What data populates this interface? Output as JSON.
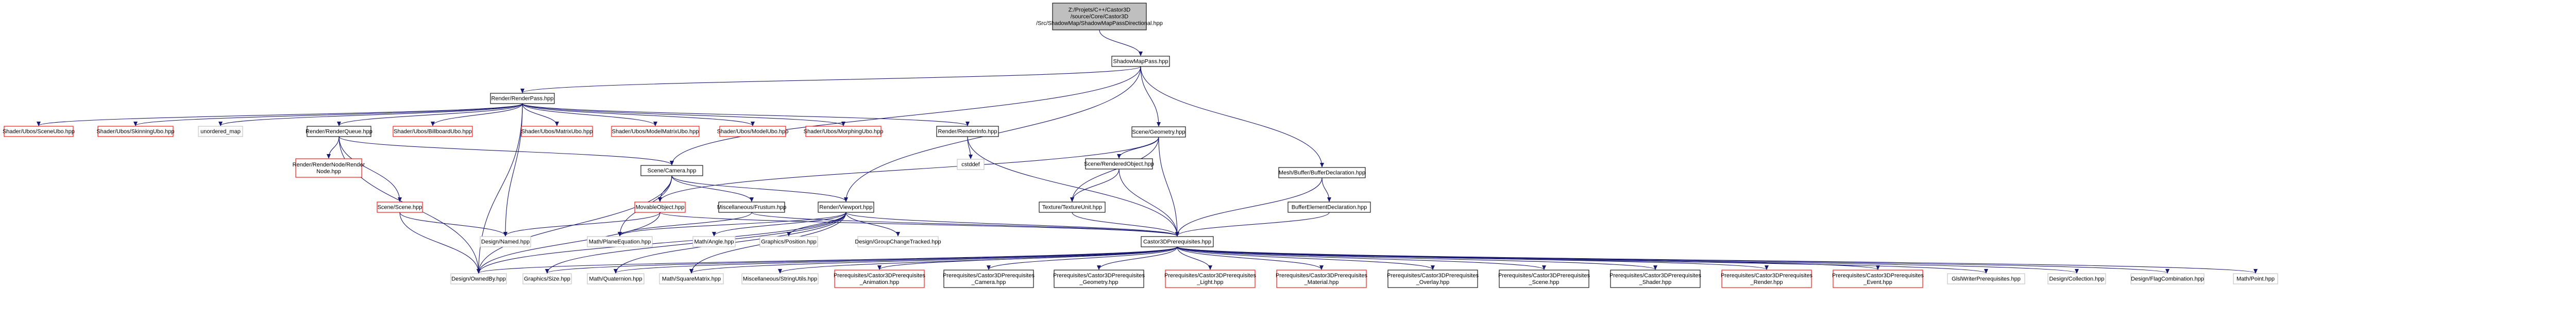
{
  "colors": {
    "root_fill": "#bfbfbf",
    "normal_border": "#000000",
    "missing_border": "#ff0000",
    "gray_border": "#bfbfbf",
    "edge": "#191970",
    "background": "#ffffff"
  },
  "nodes": [
    {
      "id": "root",
      "lines": [
        "Z:/Projets/C++/Castor3D",
        "/source/Core/Castor3D",
        "/Src/ShadowMap/ShadowMapPassDirectional.hpp"
      ],
      "kind": "root"
    },
    {
      "id": "smp",
      "lines": [
        "ShadowMapPass.hpp"
      ],
      "kind": "normal"
    },
    {
      "id": "rrp",
      "lines": [
        "Render/RenderPass.hpp"
      ],
      "kind": "normal"
    },
    {
      "id": "sg",
      "lines": [
        "Scene/Geometry.hpp"
      ],
      "kind": "normal"
    },
    {
      "id": "mbbd",
      "lines": [
        "Mesh/Buffer/BufferDeclaration.hpp"
      ],
      "kind": "normal"
    },
    {
      "id": "ubs",
      "lines": [
        "Shader/Ubos/SceneUbo.hpp"
      ],
      "kind": "missing"
    },
    {
      "id": "ubk",
      "lines": [
        "Shader/Ubos/SkinningUbo.hpp"
      ],
      "kind": "missing"
    },
    {
      "id": "umap",
      "lines": [
        "unordered_map"
      ],
      "kind": "gray"
    },
    {
      "id": "rrq",
      "lines": [
        "Render/RenderQueue.hpp"
      ],
      "kind": "normal"
    },
    {
      "id": "ubb",
      "lines": [
        "Shader/Ubos/BillboardUbo.hpp"
      ],
      "kind": "missing"
    },
    {
      "id": "ubm",
      "lines": [
        "Shader/Ubos/MatrixUbo.hpp"
      ],
      "kind": "missing"
    },
    {
      "id": "ubmm",
      "lines": [
        "Shader/Ubos/ModelMatrixUbo.hpp"
      ],
      "kind": "missing"
    },
    {
      "id": "ubmo",
      "lines": [
        "Shader/Ubos/ModelUbo.hpp"
      ],
      "kind": "missing"
    },
    {
      "id": "ubmp",
      "lines": [
        "Shader/Ubos/MorphingUbo.hpp"
      ],
      "kind": "missing"
    },
    {
      "id": "rri",
      "lines": [
        "Render/RenderInfo.hpp"
      ],
      "kind": "normal"
    },
    {
      "id": "rrnr",
      "lines": [
        "Render/RenderNode/Render",
        "Node.hpp"
      ],
      "kind": "missing"
    },
    {
      "id": "csd",
      "lines": [
        "cstddef"
      ],
      "kind": "gray"
    },
    {
      "id": "sro",
      "lines": [
        "Scene/RenderedObject.hpp"
      ],
      "kind": "normal"
    },
    {
      "id": "scam",
      "lines": [
        "Scene/Camera.hpp"
      ],
      "kind": "normal"
    },
    {
      "id": "ssc",
      "lines": [
        "Scene/Scene.hpp"
      ],
      "kind": "missing"
    },
    {
      "id": "mo",
      "lines": [
        "MovableObject.hpp"
      ],
      "kind": "missing"
    },
    {
      "id": "mfr",
      "lines": [
        "Miscellaneous/Frustum.hpp"
      ],
      "kind": "normal"
    },
    {
      "id": "rvp",
      "lines": [
        "Render/Viewport.hpp"
      ],
      "kind": "normal"
    },
    {
      "id": "ttu",
      "lines": [
        "Texture/TextureUnit.hpp"
      ],
      "kind": "normal"
    },
    {
      "id": "bed",
      "lines": [
        "BufferElementDeclaration.hpp"
      ],
      "kind": "normal"
    },
    {
      "id": "dnm",
      "lines": [
        "Design/Named.hpp"
      ],
      "kind": "gray"
    },
    {
      "id": "mpe",
      "lines": [
        "Math/PlaneEquation.hpp"
      ],
      "kind": "gray"
    },
    {
      "id": "man",
      "lines": [
        "Math/Angle.hpp"
      ],
      "kind": "gray"
    },
    {
      "id": "gpo",
      "lines": [
        "Graphics/Position.hpp"
      ],
      "kind": "gray"
    },
    {
      "id": "dgc",
      "lines": [
        "Design/GroupChangeTracked.hpp"
      ],
      "kind": "gray"
    },
    {
      "id": "c3p",
      "lines": [
        "Castor3DPrerequisites.hpp"
      ],
      "kind": "normal"
    },
    {
      "id": "dob",
      "lines": [
        "Design/OwnedBy.hpp"
      ],
      "kind": "gray"
    },
    {
      "id": "gsz",
      "lines": [
        "Graphics/Size.hpp"
      ],
      "kind": "gray"
    },
    {
      "id": "mqt",
      "lines": [
        "Math/Quaternion.hpp"
      ],
      "kind": "gray"
    },
    {
      "id": "msq",
      "lines": [
        "Math/SquareMatrix.hpp"
      ],
      "kind": "gray"
    },
    {
      "id": "msu",
      "lines": [
        "Miscellaneous/StringUtils.hpp"
      ],
      "kind": "gray"
    },
    {
      "id": "pan",
      "lines": [
        "Prerequisites/Castor3DPrerequisites",
        "_Animation.hpp"
      ],
      "kind": "missing"
    },
    {
      "id": "pca",
      "lines": [
        "Prerequisites/Castor3DPrerequisites",
        "_Camera.hpp"
      ],
      "kind": "normal"
    },
    {
      "id": "pge",
      "lines": [
        "Prerequisites/Castor3DPrerequisites",
        "_Geometry.hpp"
      ],
      "kind": "normal"
    },
    {
      "id": "pli",
      "lines": [
        "Prerequisites/Castor3DPrerequisites",
        "_Light.hpp"
      ],
      "kind": "missing"
    },
    {
      "id": "pma",
      "lines": [
        "Prerequisites/Castor3DPrerequisites",
        "_Material.hpp"
      ],
      "kind": "missing"
    },
    {
      "id": "pov",
      "lines": [
        "Prerequisites/Castor3DPrerequisites",
        "_Overlay.hpp"
      ],
      "kind": "normal"
    },
    {
      "id": "psc",
      "lines": [
        "Prerequisites/Castor3DPrerequisites",
        "_Scene.hpp"
      ],
      "kind": "normal"
    },
    {
      "id": "psh",
      "lines": [
        "Prerequisites/Castor3DPrerequisites",
        "_Shader.hpp"
      ],
      "kind": "normal"
    },
    {
      "id": "pre",
      "lines": [
        "Prerequisites/Castor3DPrerequisites",
        "_Render.hpp"
      ],
      "kind": "missing"
    },
    {
      "id": "pev",
      "lines": [
        "Prerequisites/Castor3DPrerequisites",
        "_Event.hpp"
      ],
      "kind": "missing"
    },
    {
      "id": "gwp",
      "lines": [
        "GlslWriterPrerequisites.hpp"
      ],
      "kind": "gray"
    },
    {
      "id": "dco",
      "lines": [
        "Design/Collection.hpp"
      ],
      "kind": "gray"
    },
    {
      "id": "dfc",
      "lines": [
        "Design/FlagCombination.hpp"
      ],
      "kind": "gray"
    },
    {
      "id": "mpt",
      "lines": [
        "Math/Point.hpp"
      ],
      "kind": "gray"
    }
  ],
  "edges": [
    [
      "root",
      "smp"
    ],
    [
      "smp",
      "rrp"
    ],
    [
      "smp",
      "sg"
    ],
    [
      "smp",
      "mbbd"
    ],
    [
      "smp",
      "scam"
    ],
    [
      "smp",
      "rvp"
    ],
    [
      "rrp",
      "ubs"
    ],
    [
      "rrp",
      "ubk"
    ],
    [
      "rrp",
      "umap"
    ],
    [
      "rrp",
      "rrq"
    ],
    [
      "rrp",
      "ubb"
    ],
    [
      "rrp",
      "ubm"
    ],
    [
      "rrp",
      "ubmm"
    ],
    [
      "rrp",
      "ubmo"
    ],
    [
      "rrp",
      "ubmp"
    ],
    [
      "rrp",
      "rri"
    ],
    [
      "rrp",
      "dnm"
    ],
    [
      "rrp",
      "dob"
    ],
    [
      "rrq",
      "rrnr"
    ],
    [
      "rrq",
      "scam"
    ],
    [
      "rrq",
      "ssc"
    ],
    [
      "rrq",
      "dob"
    ],
    [
      "rri",
      "csd"
    ],
    [
      "rri",
      "c3p"
    ],
    [
      "sg",
      "sro"
    ],
    [
      "sg",
      "mo"
    ],
    [
      "sg",
      "c3p"
    ],
    [
      "sg",
      "ttu"
    ],
    [
      "sro",
      "ttu"
    ],
    [
      "sro",
      "c3p"
    ],
    [
      "scam",
      "mo"
    ],
    [
      "scam",
      "mfr"
    ],
    [
      "scam",
      "rvp"
    ],
    [
      "scam",
      "dob"
    ],
    [
      "scam",
      "mpe"
    ],
    [
      "ssc",
      "dnm"
    ],
    [
      "ssc",
      "dob"
    ],
    [
      "mo",
      "dnm"
    ],
    [
      "mo",
      "c3p"
    ],
    [
      "mo",
      "dob"
    ],
    [
      "mfr",
      "mpe"
    ],
    [
      "mfr",
      "c3p"
    ],
    [
      "rvp",
      "mpe"
    ],
    [
      "rvp",
      "man"
    ],
    [
      "rvp",
      "gpo"
    ],
    [
      "rvp",
      "dgc"
    ],
    [
      "rvp",
      "c3p"
    ],
    [
      "rvp",
      "gsz"
    ],
    [
      "rvp",
      "dob"
    ],
    [
      "rvp",
      "mqt"
    ],
    [
      "rvp",
      "msq"
    ],
    [
      "ttu",
      "c3p"
    ],
    [
      "mbbd",
      "bed"
    ],
    [
      "mbbd",
      "c3p"
    ],
    [
      "bed",
      "c3p"
    ],
    [
      "c3p",
      "dob"
    ],
    [
      "c3p",
      "gsz"
    ],
    [
      "c3p",
      "mqt"
    ],
    [
      "c3p",
      "msq"
    ],
    [
      "c3p",
      "msu"
    ],
    [
      "c3p",
      "pan"
    ],
    [
      "c3p",
      "pca"
    ],
    [
      "c3p",
      "pge"
    ],
    [
      "c3p",
      "pli"
    ],
    [
      "c3p",
      "pma"
    ],
    [
      "c3p",
      "pov"
    ],
    [
      "c3p",
      "psc"
    ],
    [
      "c3p",
      "psh"
    ],
    [
      "c3p",
      "pre"
    ],
    [
      "c3p",
      "pev"
    ],
    [
      "c3p",
      "gwp"
    ],
    [
      "c3p",
      "dco"
    ],
    [
      "c3p",
      "dfc"
    ],
    [
      "c3p",
      "mpt"
    ]
  ]
}
